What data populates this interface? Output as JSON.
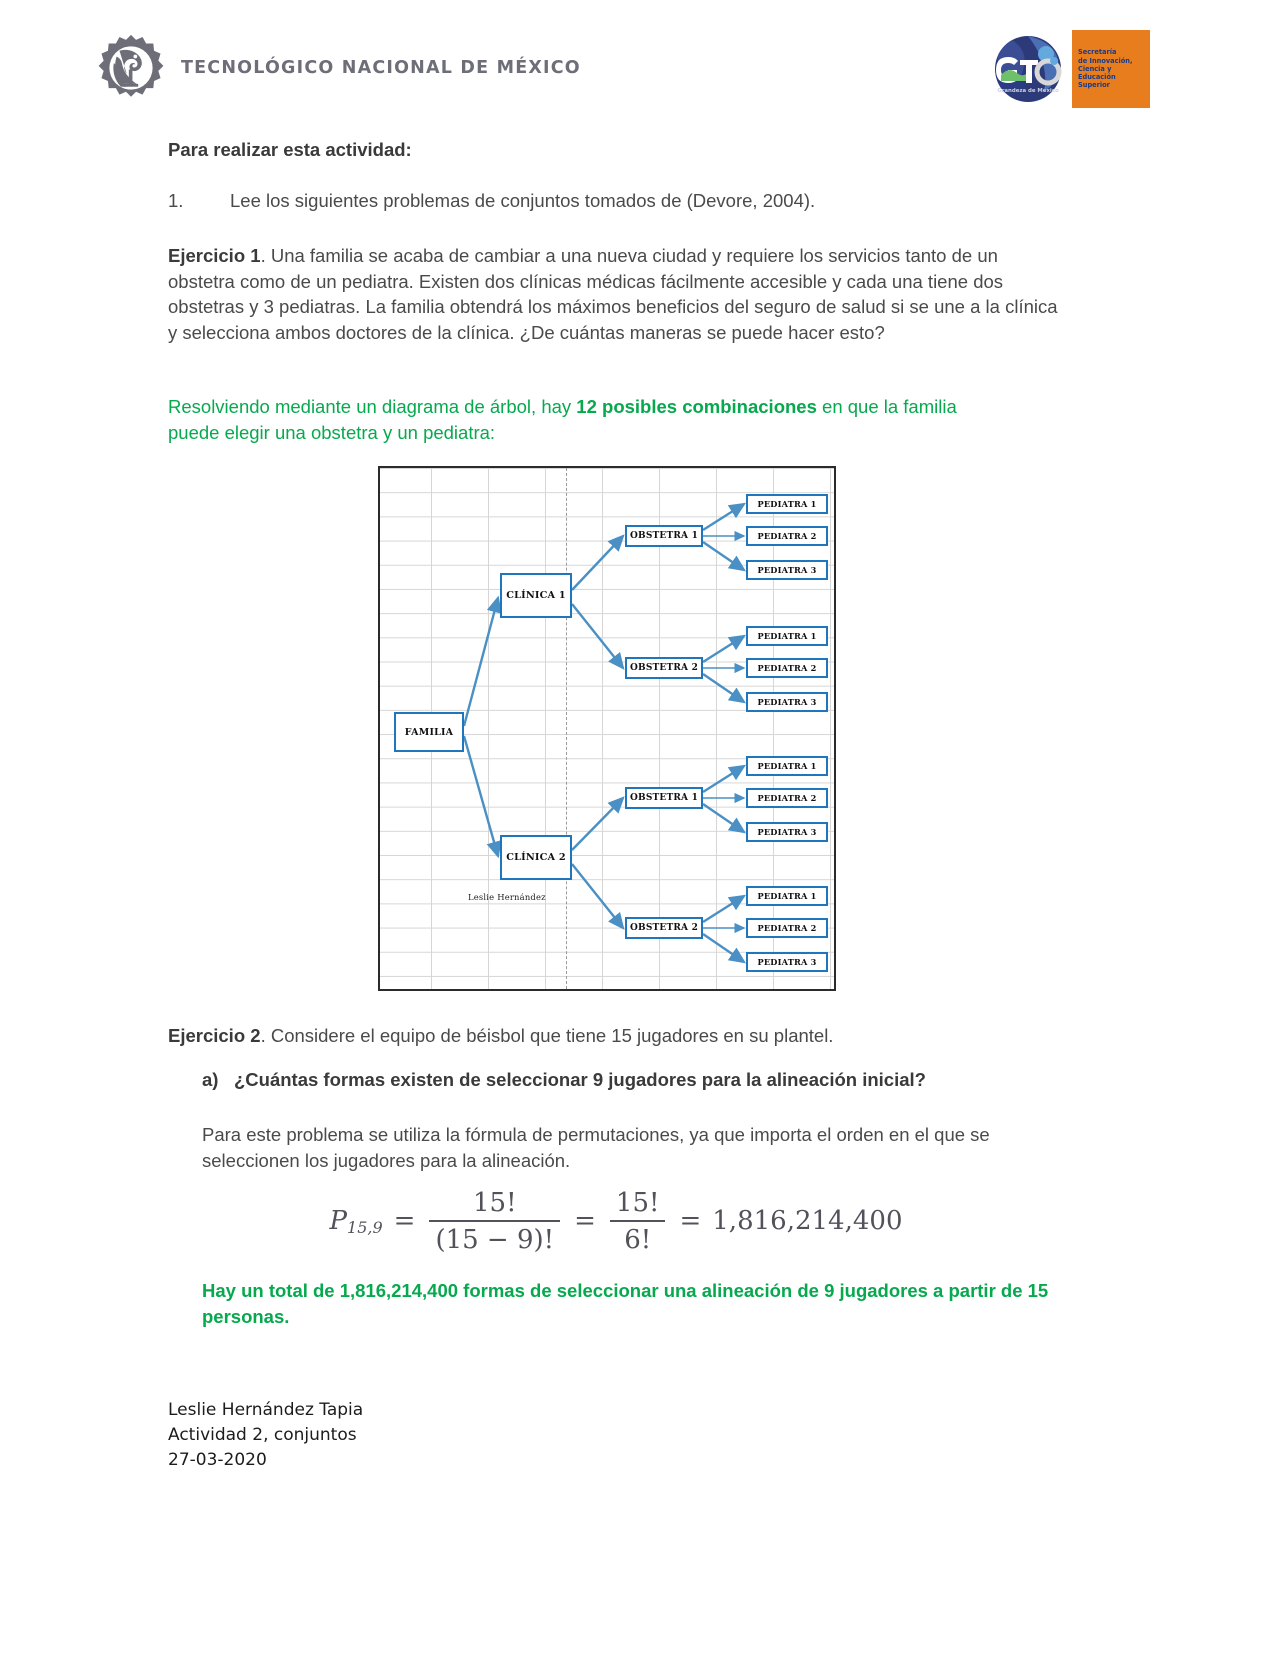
{
  "header": {
    "tecnm_label": "TECNOLÓGICO NACIONAL DE MÉXICO",
    "tecnm_logo_icon": "eagle-gear-logo-icon",
    "gto_logo_icon": "gto-circle-logo-icon",
    "gto_wordmark": "GTO",
    "gto_tagline": "Grandeza de México",
    "gto_secretaria_lines": [
      "Secretaría",
      "de Innovación,",
      "Ciencia y",
      "Educación",
      "Superior"
    ]
  },
  "body": {
    "heading": "Para realizar esta actividad:",
    "item1_number": "1.",
    "item1_text": "Lee los siguientes problemas de conjuntos tomados de (Devore, 2004).",
    "ejercicio1_label": "Ejercicio 1",
    "ejercicio1_text": ". Una familia se acaba de cambiar a una nueva ciudad y requiere los servicios tanto de un obstetra como de un pediatra. Existen dos clínicas médicas fácilmente accesible y cada una tiene dos obstetras y 3 pediatras. La familia obtendrá los máximos beneficios del seguro de salud si se une a la clínica y selecciona ambos doctores de la clínica. ¿De cuántas maneras se puede hacer esto?",
    "green_intro_pre": "Resolviendo mediante un diagrama de árbol, hay ",
    "green_intro_bold": "12 posibles combinaciones",
    "green_intro_post": " en que la familia puede elegir una obstetra y un pediatra:",
    "ejercicio2_label": "Ejercicio 2",
    "ejercicio2_text": ". Considere el equipo de béisbol que tiene 15 jugadores en su plantel.",
    "ejercicio2_a_marker": "a)",
    "ejercicio2_a_text": "¿Cuántas formas existen de seleccionar 9 jugadores para la alineación inicial?",
    "ejercicio2_explanation": "Para este problema se utiliza la fórmula de permutaciones, ya que importa el orden en el que se seleccionen los jugadores para la alineación.",
    "green_conclusion": "Hay un total de 1,816,214,400 formas de seleccionar una alineación de 9 jugadores a partir de 15 personas."
  },
  "formula": {
    "symbol": "P",
    "subscript": "15,9",
    "eq1": "=",
    "num1": "15!",
    "den1": "(15 − 9)!",
    "eq2": "=",
    "num2": "15!",
    "den2": "6!",
    "eq3": "=",
    "result": "1,816,214,400"
  },
  "diagram": {
    "signature": "Leslie Hernández",
    "root": "FAMILIA",
    "clinics": [
      "CLÍNICA 1",
      "CLÍNICA 2"
    ],
    "obstetras": [
      "OBSTETRA 1",
      "OBSTETRA 2"
    ],
    "pediatras": [
      "PEDIATRA 1",
      "PEDIATRA 2",
      "PEDIATRA 3"
    ],
    "nodes": {
      "familia": "FAMILIA",
      "clinica1": "CLÍNICA 1",
      "clinica2": "CLÍNICA 2",
      "c1_obst1": "OBSTETRA 1",
      "c1_obst2": "OBSTETRA 2",
      "c2_obst1": "OBSTETRA 1",
      "c2_obst2": "OBSTETRA 2",
      "p_a1": "PEDIATRA 1",
      "p_a2": "PEDIATRA 2",
      "p_a3": "PEDIATRA 3",
      "p_b1": "PEDIATRA 1",
      "p_b2": "PEDIATRA 2",
      "p_b3": "PEDIATRA 3",
      "p_c1": "PEDIATRA 1",
      "p_c2": "PEDIATRA 2",
      "p_c3": "PEDIATRA 3",
      "p_d1": "PEDIATRA 1",
      "p_d2": "PEDIATRA 2",
      "p_d3": "PEDIATRA 3"
    },
    "total_combinations": 12,
    "border_color": "#1f76bc",
    "link_color": "#4a90c4"
  },
  "footer": {
    "author": "Leslie Hernández Tapia",
    "activity": "Actividad 2, conjuntos",
    "date": "27-03-2020"
  },
  "colors": {
    "green": "#07a94e",
    "text": "#4a4a4a",
    "blue": "#1f76bc",
    "orange": "#E87D1E"
  }
}
